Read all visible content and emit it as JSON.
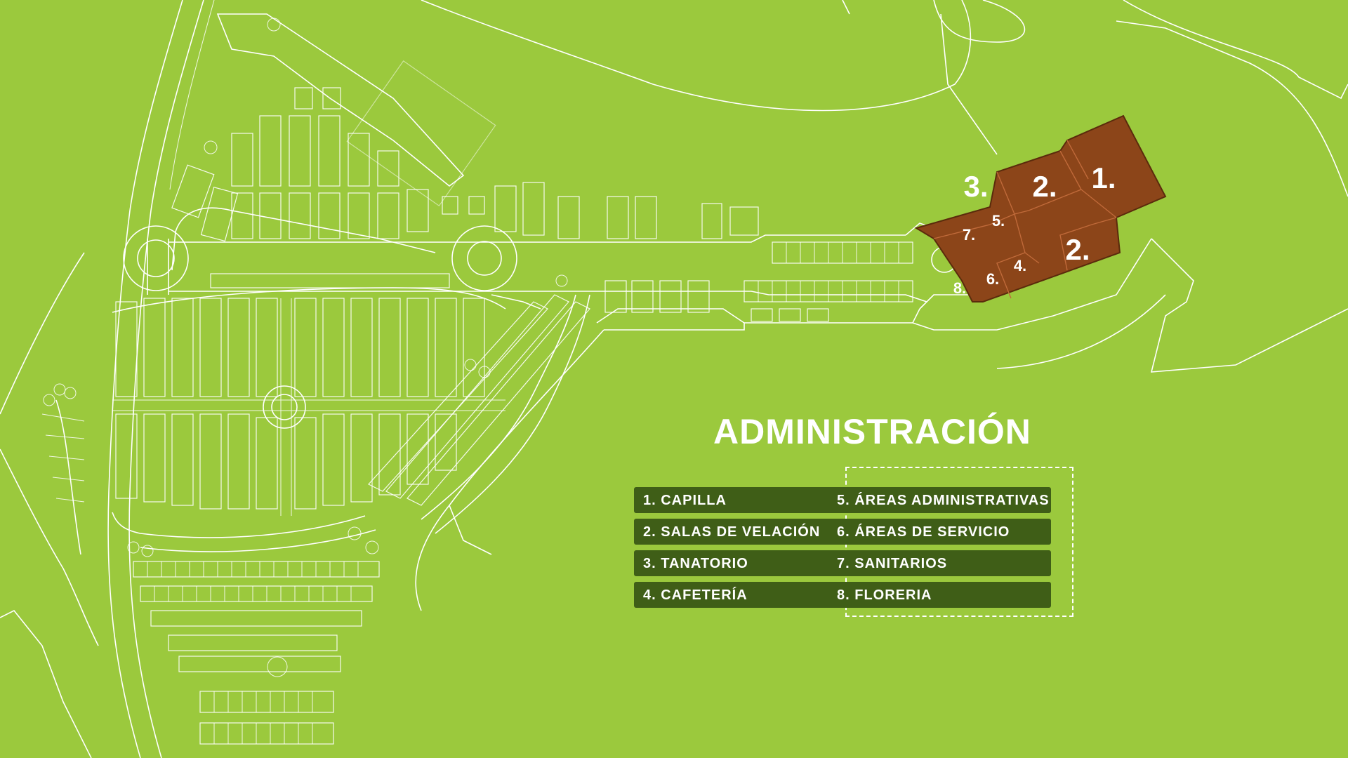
{
  "title": "ADMINISTRACIÓN",
  "colors": {
    "background": "#9bc93d",
    "lines": "#ffffff",
    "building": "#8c4519",
    "legend_row": "#3f5e17"
  },
  "legend": [
    {
      "left": "1. CAPILLA",
      "right": "5. ÁREAS ADMINISTRATIVAS"
    },
    {
      "left": "2. SALAS DE VELACIÓN",
      "right": "6. ÁREAS DE SERVICIO"
    },
    {
      "left": "3. TANATORIO",
      "right": "7. SANITARIOS"
    },
    {
      "left": "4. CAFETERÍA",
      "right": "8. FLORERIA"
    }
  ],
  "building_labels": {
    "capilla": "1.",
    "salas_a": "2.",
    "salas_b": "2.",
    "tanatorio": "3.",
    "cafeteria": "4.",
    "administrativas": "5.",
    "servicio": "6.",
    "sanitarios": "7.",
    "floreria": "8."
  }
}
